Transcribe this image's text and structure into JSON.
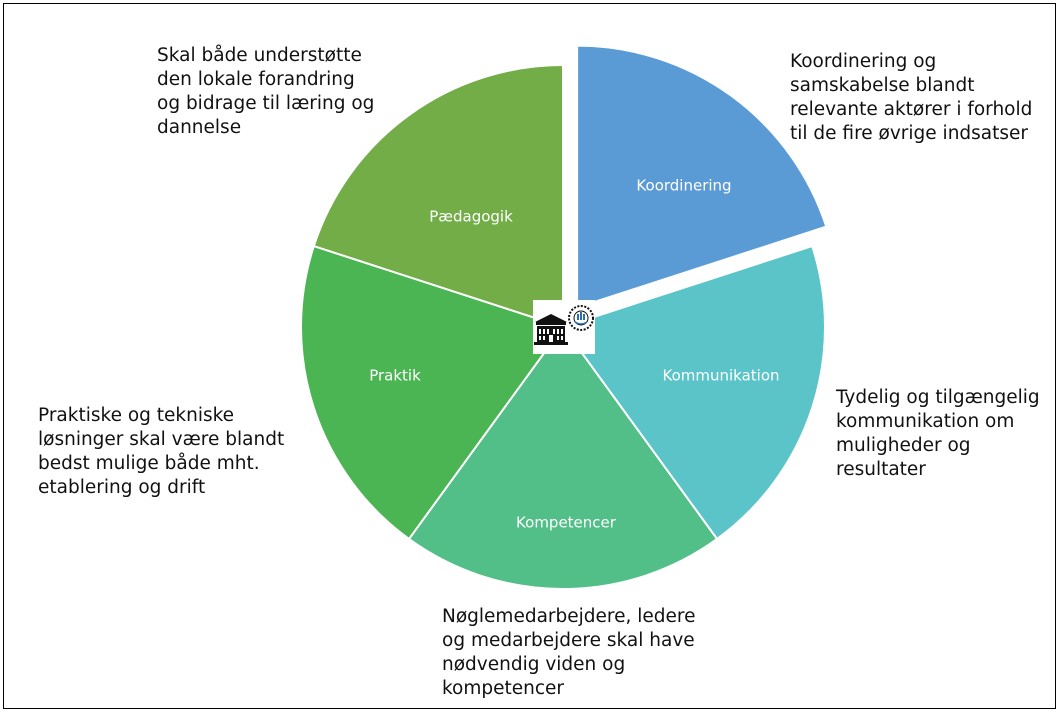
{
  "segments": [
    {
      "id": "koordinering",
      "label": "Koordinering",
      "value": 20,
      "color": "#5b9bd5",
      "exploded": true
    },
    {
      "id": "kommunikation",
      "label": "Kommunikation",
      "value": 20,
      "color": "#5bc4c8",
      "exploded": false
    },
    {
      "id": "kompetencer",
      "label": "Kompetencer",
      "value": 20,
      "color": "#52be88",
      "exploded": false
    },
    {
      "id": "praktik",
      "label": "Praktik",
      "value": 20,
      "color": "#4bb553",
      "exploded": false
    },
    {
      "id": "paedagogik",
      "label": "Pædagogik",
      "value": 20,
      "color": "#72ad47",
      "exploded": false
    }
  ],
  "descriptions": {
    "koordinering": "Koordinering og\nsamskabelse blandt\nrelevante aktører i forhold\ntil de fire øvrige indsatser",
    "kommunikation": "Tydelig og tilgængelig\nkommunikation om\nmuligheder og\nresultater",
    "kompetencer": "Nøglemedarbejdere, ledere\nog medarbejdere skal have\nnødvendig viden og\nkompetencer",
    "praktik": "Praktiske og tekniske\nløsninger skal være blandt\nbedst mulige både mht.\netablering og drift",
    "paedagogik": "Skal både understøtte\nden lokale forandring\nog bidrage til læring og\ndannelse"
  },
  "logo": {
    "icon": "city-hall-building-icon",
    "seal": "copenhagen-seal-icon"
  }
}
